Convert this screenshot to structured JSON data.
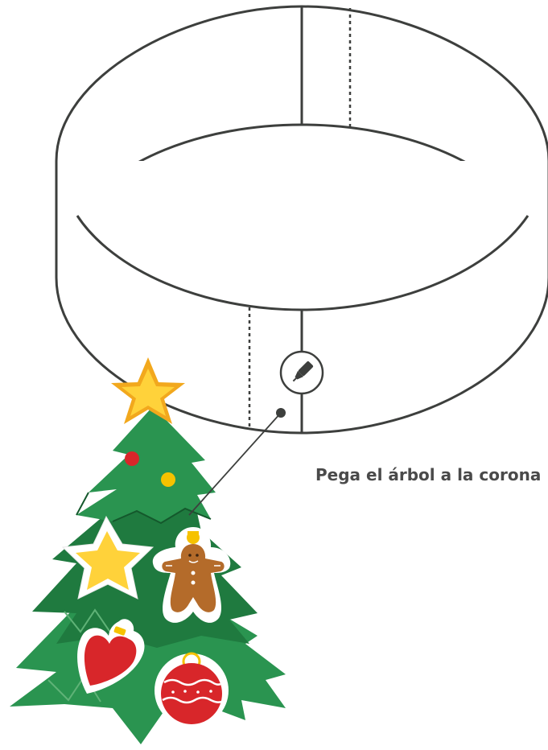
{
  "instruction": {
    "text": "Pega el árbol a la corona"
  },
  "icons": {
    "glue": "glue-pen-icon",
    "tree": "christmas-tree",
    "band": "crown-paper-band"
  },
  "colors": {
    "outline": "#3d3f3d",
    "tree_dark": "#1f7a3f",
    "tree_mid": "#2a9450",
    "tree_light": "#5fb277",
    "star_top": "#f2a81d",
    "star_top_inner": "#ffd23a",
    "ornament_red": "#d8262a",
    "ornament_yellow": "#f6c200",
    "gingerbread": "#b46b2a",
    "sticker_white": "#ffffff"
  }
}
